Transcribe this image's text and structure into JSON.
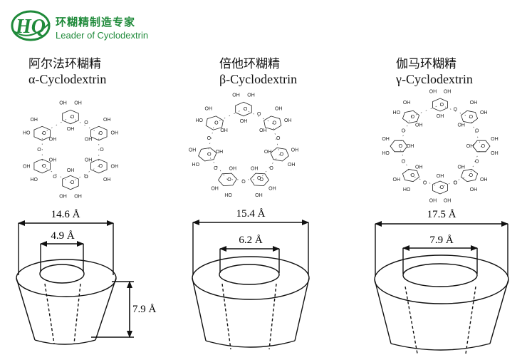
{
  "logo": {
    "monogram": "HQ",
    "tagline_cn": "环糊精制造专家",
    "tagline_en": "Leader of Cyclodextrin"
  },
  "columns": [
    {
      "title_cn": "阿尔法环糊精",
      "title_en": "α-Cyclodextrin",
      "outer_diameter": "14.6 Å",
      "inner_diameter": "4.9 Å",
      "height": "7.9 Å",
      "glucose_units": 6
    },
    {
      "title_cn": "倍他环糊精",
      "title_en": "β-Cyclodextrin",
      "outer_diameter": "15.4 Å",
      "inner_diameter": "6.2 Å",
      "glucose_units": 7
    },
    {
      "title_cn": "伽马环糊精",
      "title_en": "γ-Cyclodextrin",
      "outer_diameter": "17.5 Å",
      "inner_diameter": "7.9 Å",
      "glucose_units": 8
    }
  ],
  "labels": {
    "hydroxyl": "OH",
    "ho": "HO"
  },
  "colors": {
    "brand_green": "#1f8a3a",
    "line": "#111111"
  }
}
